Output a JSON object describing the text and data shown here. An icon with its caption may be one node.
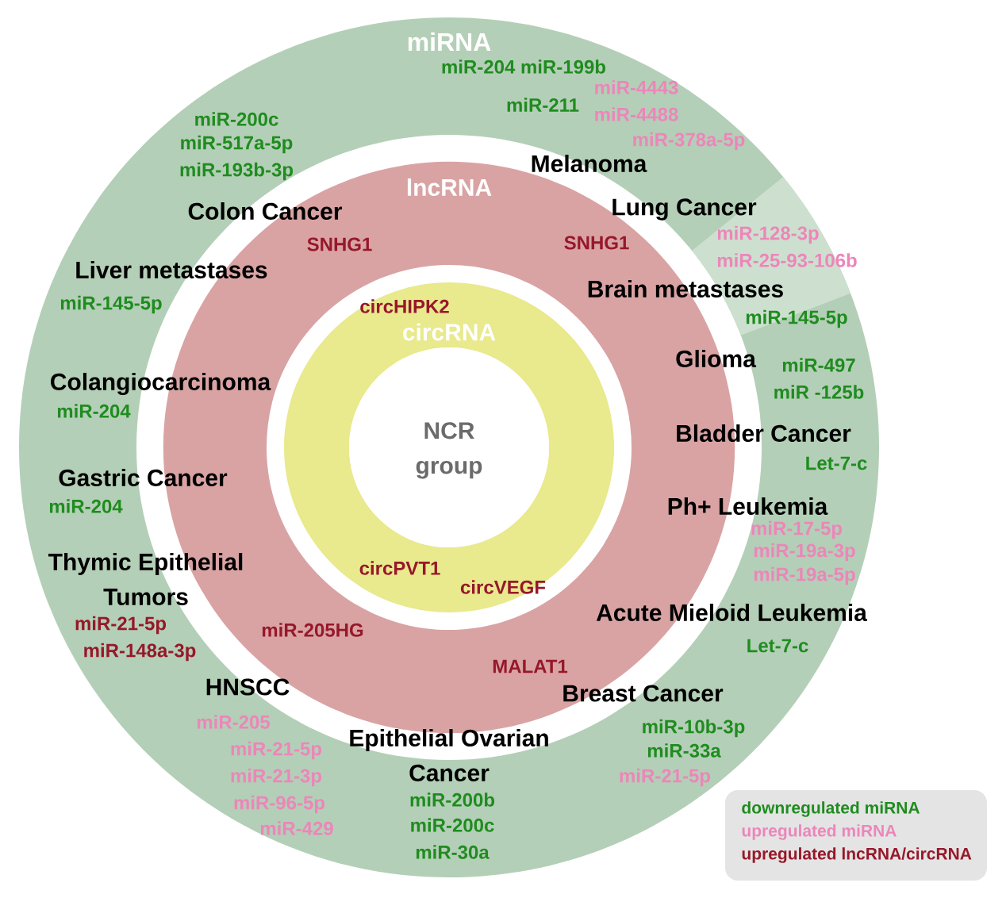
{
  "diagram": {
    "nodes": [
      {
        "text": [
          "miRNA"
        ]
      },
      {
        "text": [
          "lncRNA"
        ],
        "in": 0
      },
      {
        "text": [
          "circRNA"
        ],
        "in": 1
      },
      {
        "text": [
          "NCR group"
        ],
        "in": 2
      }
    ],
    "labels": [
      "miR-204 miR-199b",
      "miR-4443",
      "miR-200c",
      "miR-211",
      "miR-4488",
      "miR-517a-5p",
      "miR-378a-5p",
      "miR-193b-3p",
      "Melanoma",
      "Colon Cancer",
      "Lung Cancer",
      "SNHG1",
      "SNHG1",
      "miR-128-3p",
      "Liver metastases",
      "miR-25-93-106b",
      "miR-145-5p",
      "circHIPK2",
      "Brain metastases",
      "miR-145-5p",
      "Colangiocarcinoma",
      "Glioma",
      "miR-497",
      "miR-204",
      "miR -125b",
      "Bladder Cancer",
      "Gastric Cancer",
      "Let-7-c",
      "miR-204",
      "Ph+ Leukemia",
      "miR-17-5p",
      "miR-19a-3p",
      "Thymic Epithelial Tumors",
      "circPVT1",
      "circVEGF",
      "miR-19a-5p",
      "miR-21-5p",
      "miR-205HG",
      "Acute Mieloid Leukemia",
      "miR-148a-3p",
      "MALAT1",
      "Let-7-c",
      "HNSCC",
      "Breast Cancer",
      "miR-205",
      "miR-10b-3p",
      "miR-21-5p",
      "Epithelial Ovarian Cancer",
      "miR-33a",
      "miR-21-3p",
      "miR-21-5p",
      "miR-96-5p",
      "miR-200b",
      "miR-429",
      "miR-200c",
      "miR-30a"
    ],
    "legend": [
      {
        "text": "downregulated miRNA",
        "color": "#1f8c1f"
      },
      {
        "text": "upregulated miRNA",
        "color": "#ec86ba"
      },
      {
        "text": "upregulated lncRNA/circRNA",
        "color": "#96182a"
      }
    ]
  }
}
